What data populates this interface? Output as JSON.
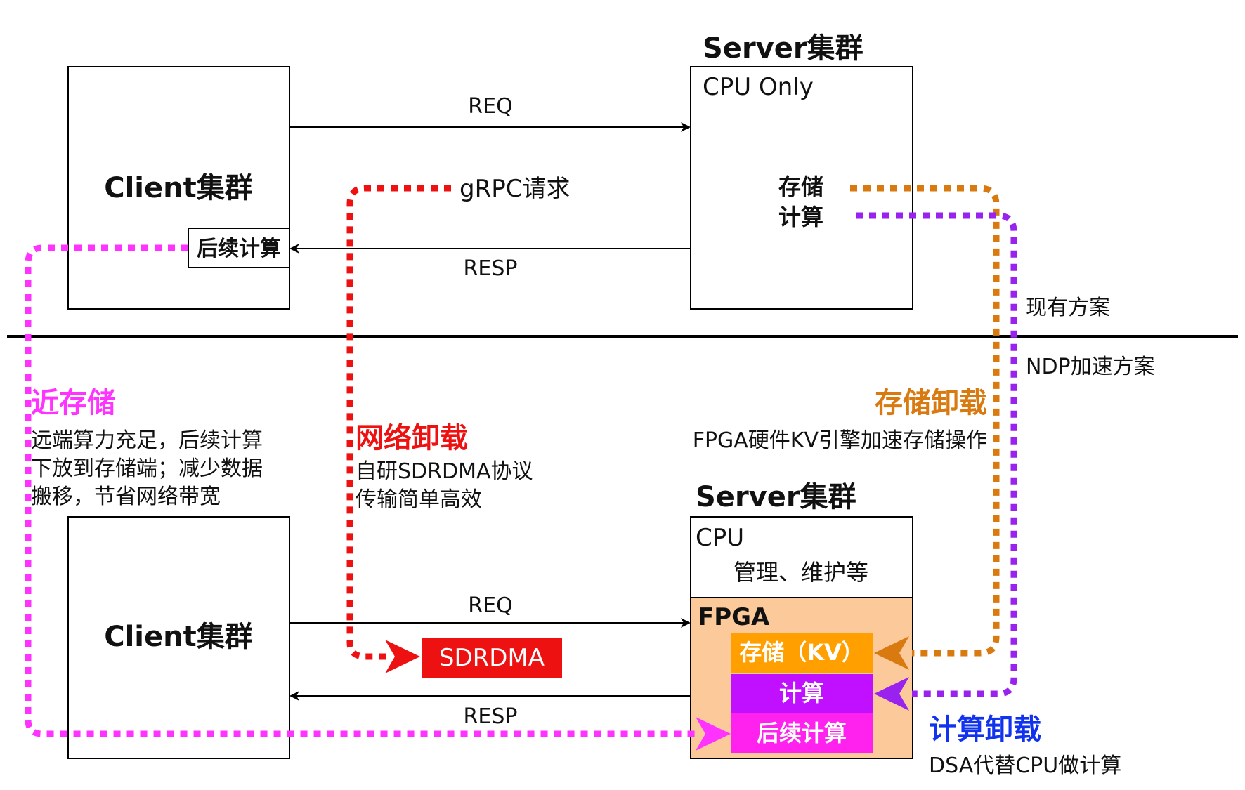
{
  "top": {
    "client_label": "Client集群",
    "client_sub_box": "后续计算",
    "server_title": "Server集群",
    "server_cpu_label": "CPU Only",
    "server_storage": "存储",
    "server_compute": "计算",
    "req": "REQ",
    "resp": "RESP",
    "grpc": "gRPC请求",
    "existing_scheme": "现有方案"
  },
  "divider_label": "NDP加速方案",
  "bottom": {
    "client_label": "Client集群",
    "server_title": "Server集群",
    "cpu_label": "CPU",
    "cpu_sub": "管理、维护等",
    "fpga_label": "FPGA",
    "fpga_storage": "存储（KV）",
    "fpga_compute": "计算",
    "fpga_post": "后续计算",
    "req": "REQ",
    "resp": "RESP",
    "sdrdma": "SDRDMA"
  },
  "annotations": {
    "near_storage": {
      "title": "近存储",
      "lines": [
        "远端算力充足，后续计算",
        "下放到存储端；减少数据",
        "搬移，节省网络带宽"
      ]
    },
    "network_offload": {
      "title": "网络卸载",
      "lines": [
        "自研SDRDMA协议",
        "传输简单高效"
      ]
    },
    "storage_offload": {
      "title": "存储卸载",
      "lines": [
        "FPGA硬件KV引擎加速存储操作"
      ]
    },
    "compute_offload": {
      "title": "计算卸载",
      "lines": [
        "DSA代替CPU做计算"
      ]
    }
  },
  "colors": {
    "magenta": "#ff33ff",
    "red": "#ee1111",
    "orange": "#d97a10",
    "purple": "#9922ee",
    "blue": "#1133ee",
    "fpga_bg": "#fcc99b",
    "fpga_storage_bg": "#ff9f00",
    "fpga_compute_bg": "#c010ff",
    "fpga_post_bg": "#ff22ee",
    "sdrdma_bg": "#ee1111"
  }
}
